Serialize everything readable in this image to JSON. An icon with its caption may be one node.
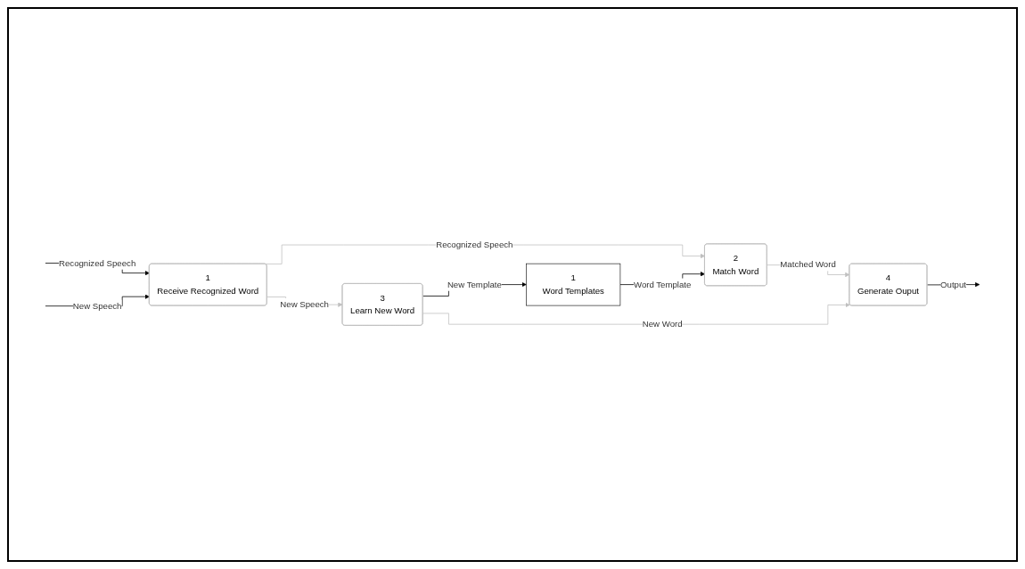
{
  "diagram": {
    "nodes": [
      {
        "text": [
          "1",
          "Receive Recognized Word"
        ]
      },
      {
        "text": [
          "2",
          "Match Word"
        ]
      },
      {
        "text": [
          "1",
          "Word Templates"
        ]
      },
      {
        "text": [
          "3",
          "Learn New Word"
        ]
      },
      {
        "text": [
          "4",
          "Generate Ouput"
        ]
      }
    ],
    "edges": [
      {
        "from": null,
        "to": 0,
        "arrow": "to",
        "label": "Recognized Speech"
      },
      {
        "from": null,
        "to": 0,
        "arrow": "to",
        "label": "New Speech"
      },
      {
        "from": 0,
        "to": 1,
        "arrow": "to",
        "label": "Recognized Speech",
        "color": "#c0c0c0"
      },
      {
        "from": 0,
        "to": 3,
        "arrow": "to",
        "label": "New Speech",
        "color": "#c0c0c0"
      },
      {
        "from": 2,
        "to": 1,
        "arrow": "to",
        "label": "Word Template"
      },
      {
        "from": 3,
        "to": 2,
        "arrow": "to",
        "label": "New Template"
      },
      {
        "from": 1,
        "to": 4,
        "arrow": "to",
        "label": "Matched Word",
        "color": "#c0c0c0"
      },
      {
        "from": 3,
        "to": 4,
        "arrow": "to",
        "label": "New Word",
        "color": "#c0c0c0"
      },
      {
        "from": 4,
        "to": null,
        "arrow": "to",
        "label": "Output"
      }
    ]
  }
}
